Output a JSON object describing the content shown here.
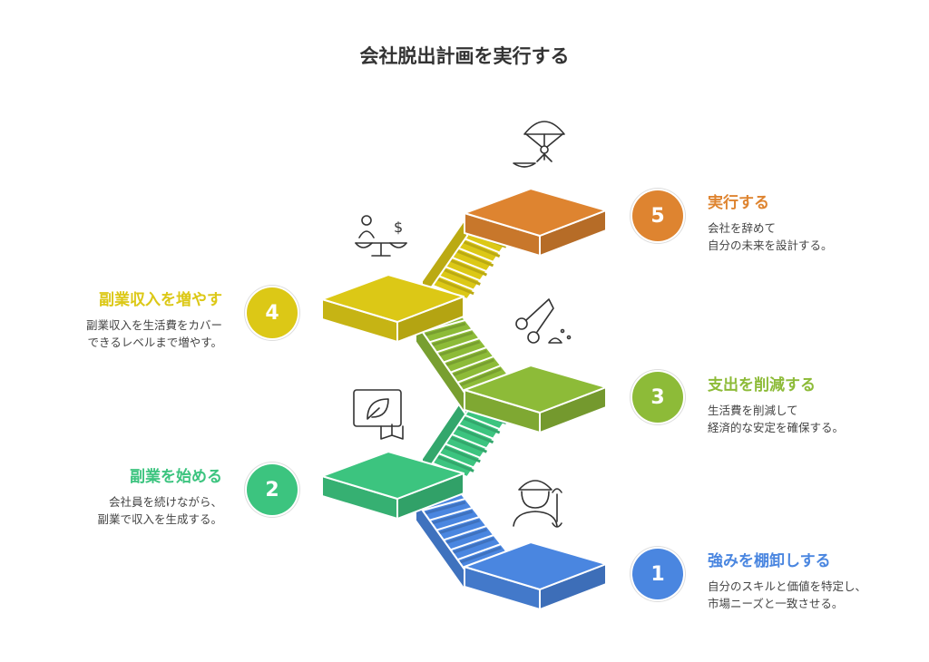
{
  "title": "会社脱出計画を実行する",
  "steps": [
    {
      "number": "1",
      "title": "強みを棚卸しする",
      "desc": [
        "自分のスキルと価値を特定し、",
        "市場ニーズと一致させる。"
      ],
      "color": "#4A86E0",
      "icon": "worker-wrench-icon"
    },
    {
      "number": "2",
      "title": "副業を始める",
      "desc": [
        "会社員を続けながら、",
        "副業で収入を生成する。"
      ],
      "color": "#3CC47F",
      "icon": "screen-leaf-book-icon"
    },
    {
      "number": "3",
      "title": "支出を削減する",
      "desc": [
        "生活費を削減して",
        "経済的な安定を確保する。"
      ],
      "color": "#8DBB38",
      "icon": "scissors-coins-icon"
    },
    {
      "number": "4",
      "title": "副業収入を増やす",
      "desc": [
        "副業収入を生活費をカバー",
        "できるレベルまで増やす。"
      ],
      "color": "#DCC816",
      "icon": "scale-person-dollar-icon"
    },
    {
      "number": "5",
      "title": "実行する",
      "desc": [
        "会社を辞めて",
        "自分の未来を設計する。"
      ],
      "color": "#DE8430",
      "icon": "parachute-icon"
    }
  ]
}
